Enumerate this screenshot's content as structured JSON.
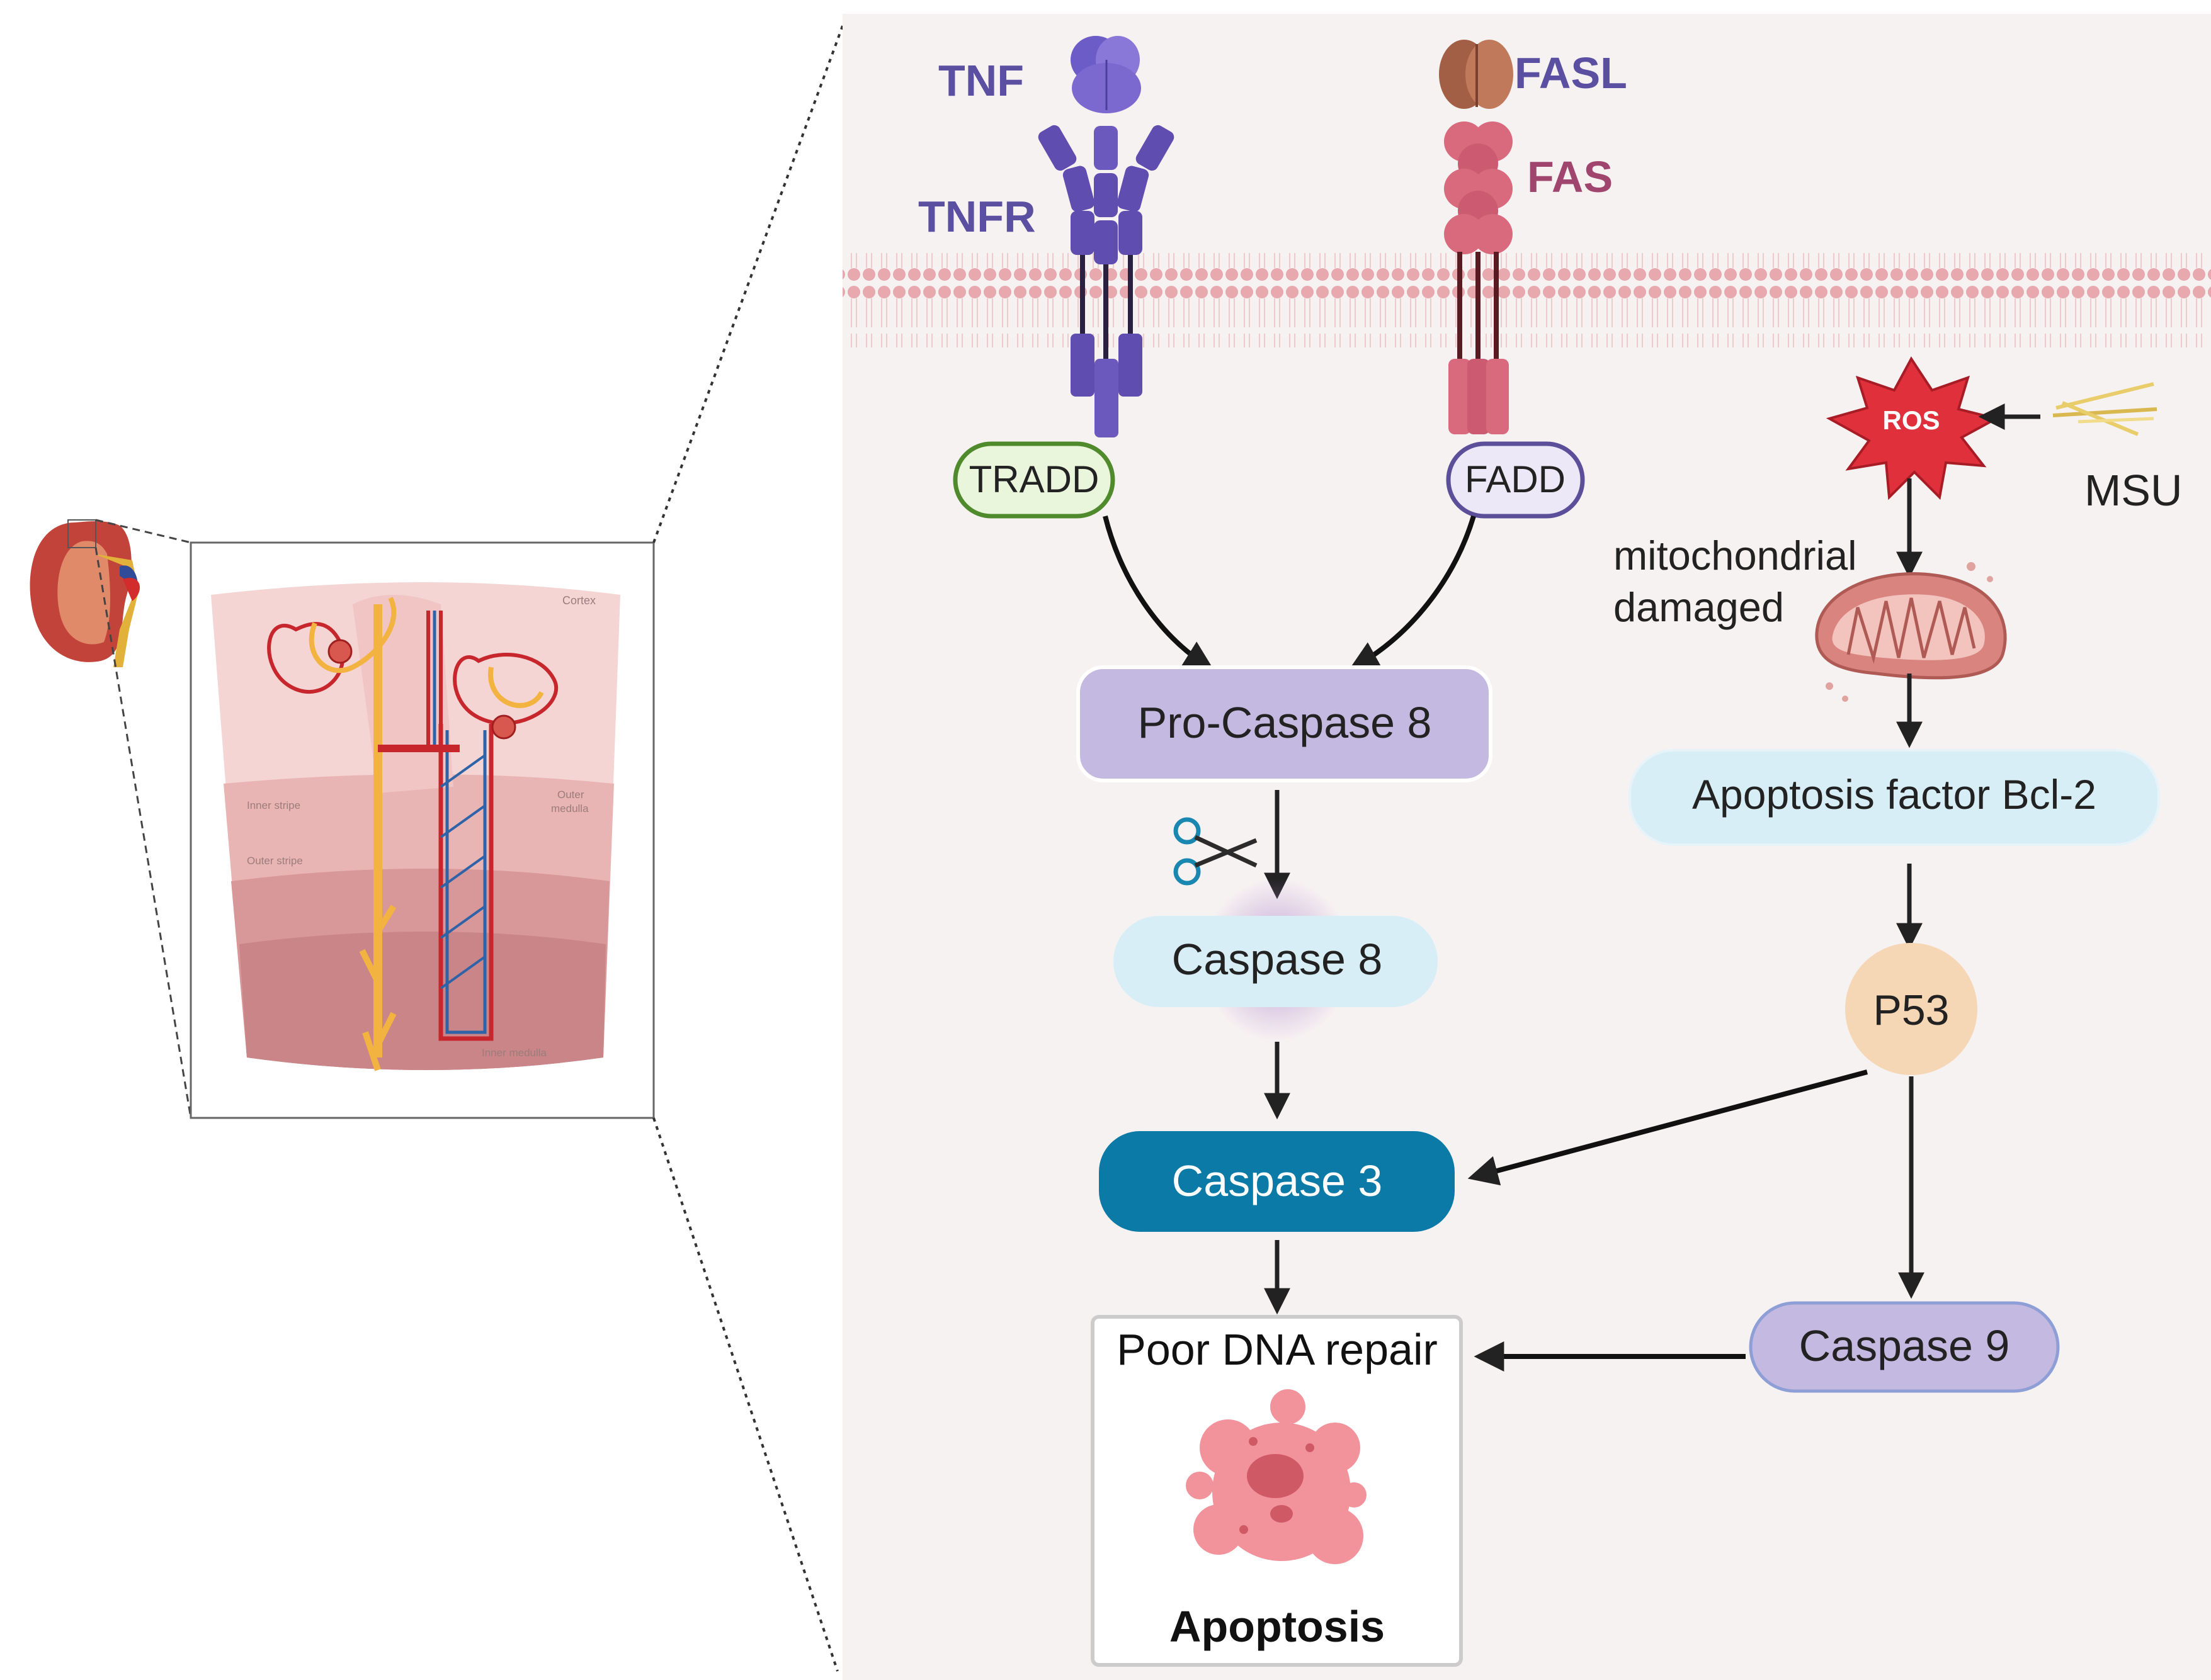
{
  "kidney_panel": {
    "cortex": "Cortex",
    "inner_stripe": "Inner stripe",
    "outer_stripe": "Outer stripe",
    "outer_medulla_line1": "Outer",
    "outer_medulla_line2": "medulla",
    "inner_medulla": "Inner medulla"
  },
  "receptors": {
    "tnf": "TNF",
    "tnfr": "TNFR",
    "fasl": "FASL",
    "fas": "FAS"
  },
  "adaptors": {
    "tradd": "TRADD",
    "fadd": "FADD"
  },
  "nodes": {
    "pro_caspase8": "Pro-Caspase 8",
    "caspase8": "Caspase 8",
    "caspase3": "Caspase 3",
    "poor_dna_repair": "Poor DNA repair",
    "apoptosis": "Apoptosis",
    "ros": "ROS",
    "msu": "MSU",
    "mito_line1": "mitochondrial",
    "mito_line2": "damaged",
    "bcl2": "Apoptosis factor Bcl-2",
    "p53": "P53",
    "caspase9": "Caspase 9"
  },
  "colors": {
    "tnf_purple": "#5a4fa0",
    "fas_pink": "#a0456e",
    "caspase3_blue": "#0c7aa6",
    "pro_caspase_lavender": "#c4b9e0",
    "light_cyan": "#d8eef6",
    "p53_peach": "#f6d7b5",
    "ros_red": "#e0303c",
    "panel_bg": "#f7f2f2"
  }
}
